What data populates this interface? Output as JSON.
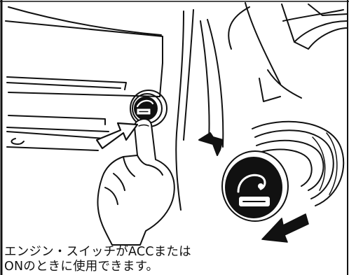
{
  "caption": {
    "line1": "エンジン・スイッチがACCまたは",
    "line2": "ONのときに使用できます。"
  },
  "illustration": {
    "subject": "cigarette-lighter",
    "action": "push-in",
    "ink_color": "#111111",
    "background_color": "#ffffff"
  }
}
